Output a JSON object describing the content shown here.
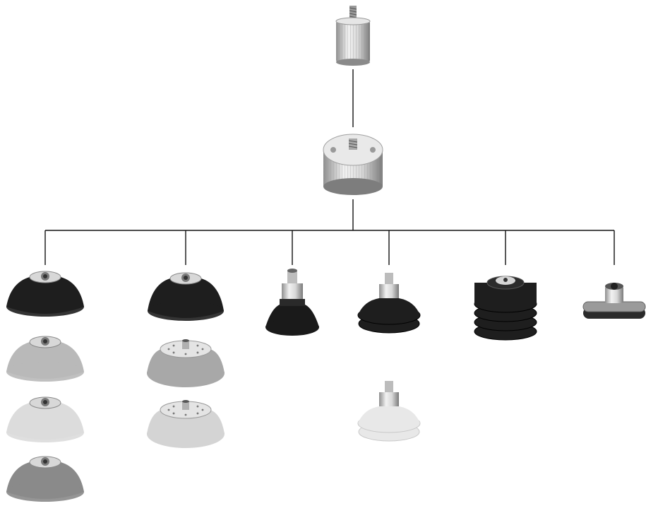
{
  "diagram": {
    "root": {
      "kind": "screw-adapter"
    },
    "hub": {
      "kind": "round-adapter"
    },
    "columns": [
      {
        "id": "col-1",
        "items": [
          {
            "kind": "flat-suction-cup",
            "shade": "#1e1e1e"
          },
          {
            "kind": "flat-suction-cup",
            "shade": "#b9b9b9"
          },
          {
            "kind": "flat-suction-cup",
            "shade": "#dcdcdc"
          },
          {
            "kind": "flat-suction-cup",
            "shade": "#8a8a8a"
          }
        ]
      },
      {
        "id": "col-2",
        "items": [
          {
            "kind": "deep-suction-cup",
            "shade": "#1e1e1e"
          },
          {
            "kind": "plated-suction-cup",
            "shade": "#a8a8a8"
          },
          {
            "kind": "plated-suction-cup",
            "shade": "#d4d4d4"
          }
        ]
      },
      {
        "id": "col-3",
        "items": [
          {
            "kind": "hex-nipple-suction-cup",
            "shade": "#1a1a1a"
          }
        ]
      },
      {
        "id": "col-4",
        "items": [
          {
            "kind": "bellows-1-5-suction-cup",
            "shade": "#1e1e1e"
          },
          {
            "kind": "bellows-1-5-suction-cup",
            "shade": "#e8e8e8"
          }
        ]
      },
      {
        "id": "col-5",
        "items": [
          {
            "kind": "bellows-3-5-suction-cup",
            "shade": "#1e1e1e"
          }
        ]
      },
      {
        "id": "col-6",
        "items": [
          {
            "kind": "oval-suction-cup",
            "shade": "#9a9a9a"
          }
        ]
      }
    ]
  }
}
